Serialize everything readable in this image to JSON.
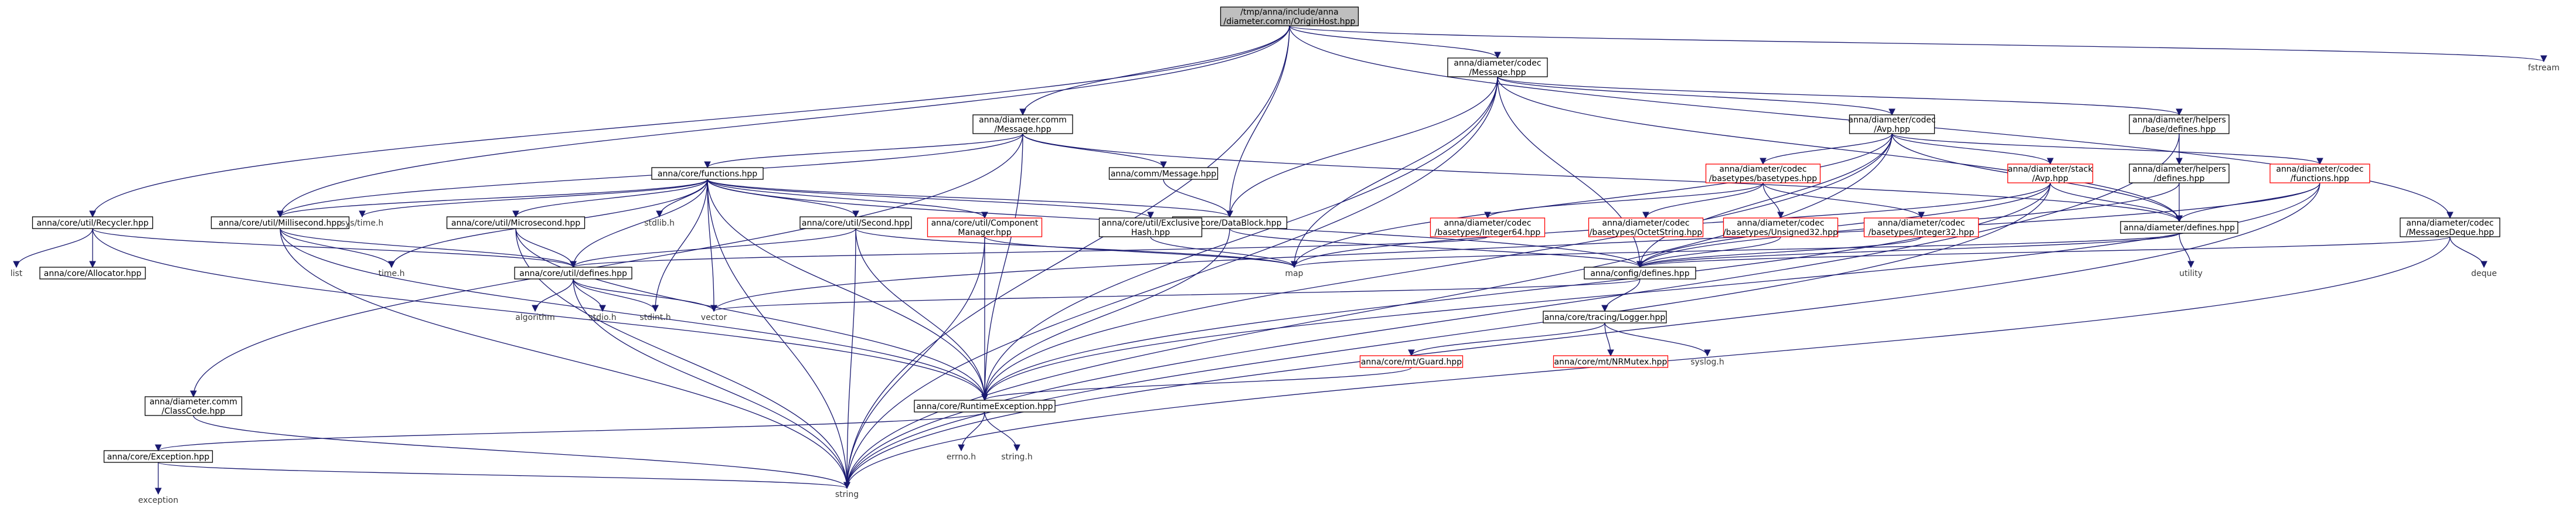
{
  "diagram": {
    "colors": {
      "edge": "#191970",
      "root_fill": "#bfbfbf",
      "missing_border": "#ff0000",
      "external_text": "#3a3a3a"
    },
    "nodes": [
      {
        "id": "root",
        "lines": [
          "/tmp/anna/include/anna",
          "/diameter.comm/OriginHost.hpp"
        ],
        "style": "root"
      },
      {
        "id": "fstream",
        "lines": [
          "fstream"
        ],
        "style": "ext"
      },
      {
        "id": "recycler",
        "lines": [
          "anna/core/util/Recycler.hpp"
        ],
        "style": "normal"
      },
      {
        "id": "milli",
        "lines": [
          "anna/core/util/Millisecond.hpp"
        ],
        "style": "normal"
      },
      {
        "id": "commmsg",
        "lines": [
          "anna/diameter.comm",
          "/Message.hpp"
        ],
        "style": "normal"
      },
      {
        "id": "datablock",
        "lines": [
          "anna/core/DataBlock.hpp"
        ],
        "style": "normal"
      },
      {
        "id": "codecmsg",
        "lines": [
          "anna/diameter/codec",
          "/Message.hpp"
        ],
        "style": "normal"
      },
      {
        "id": "string",
        "lines": [
          "string"
        ],
        "style": "ext"
      },
      {
        "id": "msgdeque",
        "lines": [
          "anna/diameter/codec",
          "/MessagesDeque.hpp"
        ],
        "style": "normal"
      },
      {
        "id": "list",
        "lines": [
          "list"
        ],
        "style": "ext"
      },
      {
        "id": "allocator",
        "lines": [
          "anna/core/Allocator.hpp"
        ],
        "style": "normal"
      },
      {
        "id": "rtexc",
        "lines": [
          "anna/core/RuntimeException.hpp"
        ],
        "style": "normal"
      },
      {
        "id": "exception",
        "lines": [
          "anna/core/Exception.hpp"
        ],
        "style": "normal"
      },
      {
        "id": "exc",
        "lines": [
          "exception"
        ],
        "style": "ext"
      },
      {
        "id": "errno",
        "lines": [
          "errno.h"
        ],
        "style": "ext"
      },
      {
        "id": "stringh",
        "lines": [
          "string.h"
        ],
        "style": "ext"
      },
      {
        "id": "utildefines",
        "lines": [
          "anna/core/util/defines.hpp"
        ],
        "style": "normal"
      },
      {
        "id": "algorithm",
        "lines": [
          "algorithm"
        ],
        "style": "ext"
      },
      {
        "id": "stdioh",
        "lines": [
          "stdio.h"
        ],
        "style": "ext"
      },
      {
        "id": "stdinth",
        "lines": [
          "stdint.h"
        ],
        "style": "ext"
      },
      {
        "id": "vector",
        "lines": [
          "vector"
        ],
        "style": "ext"
      },
      {
        "id": "timeh",
        "lines": [
          "time.h"
        ],
        "style": "ext"
      },
      {
        "id": "classcode",
        "lines": [
          "anna/diameter.comm",
          "/ClassCode.hpp"
        ],
        "style": "normal"
      },
      {
        "id": "functions",
        "lines": [
          "anna/core/functions.hpp"
        ],
        "style": "normal"
      },
      {
        "id": "systime",
        "lines": [
          "sys/time.h"
        ],
        "style": "ext"
      },
      {
        "id": "micro",
        "lines": [
          "anna/core/util/Microsecond.hpp"
        ],
        "style": "normal"
      },
      {
        "id": "stdlib",
        "lines": [
          "stdlib.h"
        ],
        "style": "ext"
      },
      {
        "id": "second",
        "lines": [
          "anna/core/util/Second.hpp"
        ],
        "style": "normal"
      },
      {
        "id": "compmgr",
        "lines": [
          "anna/core/util/Component",
          "Manager.hpp"
        ],
        "style": "red"
      },
      {
        "id": "exclhash",
        "lines": [
          "anna/core/util/Exclusive",
          "Hash.hpp"
        ],
        "style": "normal"
      },
      {
        "id": "map",
        "lines": [
          "map"
        ],
        "style": "ext"
      },
      {
        "id": "configdefines",
        "lines": [
          "anna/config/defines.hpp"
        ],
        "style": "normal"
      },
      {
        "id": "commmessage",
        "lines": [
          "anna/comm/Message.hpp"
        ],
        "style": "normal"
      },
      {
        "id": "tracing",
        "lines": [
          "anna/core/tracing/Logger.hpp"
        ],
        "style": "normal"
      },
      {
        "id": "guard",
        "lines": [
          "anna/core/mt/Guard.hpp"
        ],
        "style": "red"
      },
      {
        "id": "nrmutex",
        "lines": [
          "anna/core/mt/NRMutex.hpp"
        ],
        "style": "red"
      },
      {
        "id": "syslog",
        "lines": [
          "syslog.h"
        ],
        "style": "ext"
      },
      {
        "id": "avp",
        "lines": [
          "anna/diameter/codec",
          "/Avp.hpp"
        ],
        "style": "normal"
      },
      {
        "id": "basetypes",
        "lines": [
          "anna/diameter/codec",
          "/basetypes/basetypes.hpp"
        ],
        "style": "red"
      },
      {
        "id": "int64",
        "lines": [
          "anna/diameter/codec",
          "/basetypes/Integer64.hpp"
        ],
        "style": "red"
      },
      {
        "id": "octet",
        "lines": [
          "anna/diameter/codec",
          "/basetypes/OctetString.hpp"
        ],
        "style": "red"
      },
      {
        "id": "uns32",
        "lines": [
          "anna/diameter/codec",
          "/basetypes/Unsigned32.hpp"
        ],
        "style": "red"
      },
      {
        "id": "int32",
        "lines": [
          "anna/diameter/codec",
          "/basetypes/Integer32.hpp"
        ],
        "style": "red"
      },
      {
        "id": "stackavp",
        "lines": [
          "anna/diameter/stack",
          "/Avp.hpp"
        ],
        "style": "red"
      },
      {
        "id": "diamdefines",
        "lines": [
          "anna/diameter/defines.hpp"
        ],
        "style": "normal"
      },
      {
        "id": "utility",
        "lines": [
          "utility"
        ],
        "style": "ext"
      },
      {
        "id": "helpersbase",
        "lines": [
          "anna/diameter/helpers",
          "/base/defines.hpp"
        ],
        "style": "normal"
      },
      {
        "id": "helpersdef",
        "lines": [
          "anna/diameter/helpers",
          "/defines.hpp"
        ],
        "style": "normal"
      },
      {
        "id": "codecfunc",
        "lines": [
          "anna/diameter/codec",
          "/functions.hpp"
        ],
        "style": "red"
      },
      {
        "id": "deque",
        "lines": [
          "deque"
        ],
        "style": "ext"
      }
    ],
    "edges": [
      [
        "root",
        "fstream"
      ],
      [
        "root",
        "recycler"
      ],
      [
        "root",
        "milli"
      ],
      [
        "root",
        "commmsg"
      ],
      [
        "root",
        "datablock"
      ],
      [
        "root",
        "codecmsg"
      ],
      [
        "root",
        "string"
      ],
      [
        "root",
        "msgdeque"
      ],
      [
        "recycler",
        "list"
      ],
      [
        "recycler",
        "allocator"
      ],
      [
        "recycler",
        "rtexc"
      ],
      [
        "recycler",
        "utildefines"
      ],
      [
        "rtexc",
        "exception"
      ],
      [
        "rtexc",
        "errno"
      ],
      [
        "rtexc",
        "stringh"
      ],
      [
        "exception",
        "string"
      ],
      [
        "exception",
        "exc"
      ],
      [
        "utildefines",
        "algorithm"
      ],
      [
        "utildefines",
        "stdioh"
      ],
      [
        "utildefines",
        "stdinth"
      ],
      [
        "utildefines",
        "vector"
      ],
      [
        "utildefines",
        "string"
      ],
      [
        "milli",
        "timeh"
      ],
      [
        "milli",
        "utildefines"
      ],
      [
        "milli",
        "rtexc"
      ],
      [
        "milli",
        "string"
      ],
      [
        "commmsg",
        "classcode"
      ],
      [
        "commmsg",
        "functions"
      ],
      [
        "commmsg",
        "milli"
      ],
      [
        "commmsg",
        "commmessage"
      ],
      [
        "commmsg",
        "rtexc"
      ],
      [
        "commmsg",
        "diamdefines"
      ],
      [
        "classcode",
        "string"
      ],
      [
        "functions",
        "systime"
      ],
      [
        "functions",
        "timeh"
      ],
      [
        "functions",
        "stdlib"
      ],
      [
        "functions",
        "milli"
      ],
      [
        "functions",
        "micro"
      ],
      [
        "functions",
        "second"
      ],
      [
        "functions",
        "compmgr"
      ],
      [
        "functions",
        "exclhash"
      ],
      [
        "functions",
        "datablock"
      ],
      [
        "functions",
        "utildefines"
      ],
      [
        "functions",
        "rtexc"
      ],
      [
        "functions",
        "string"
      ],
      [
        "functions",
        "stdinth"
      ],
      [
        "functions",
        "vector"
      ],
      [
        "functions",
        "configdefines"
      ],
      [
        "micro",
        "utildefines"
      ],
      [
        "micro",
        "rtexc"
      ],
      [
        "micro",
        "string"
      ],
      [
        "second",
        "utildefines"
      ],
      [
        "second",
        "rtexc"
      ],
      [
        "second",
        "string"
      ],
      [
        "second",
        "map"
      ],
      [
        "compmgr",
        "rtexc"
      ],
      [
        "compmgr",
        "string"
      ],
      [
        "compmgr",
        "map"
      ],
      [
        "exclhash",
        "map"
      ],
      [
        "datablock",
        "rtexc"
      ],
      [
        "datablock",
        "configdefines"
      ],
      [
        "commmessage",
        "datablock"
      ],
      [
        "configdefines",
        "tracing"
      ],
      [
        "configdefines",
        "vector"
      ],
      [
        "tracing",
        "guard"
      ],
      [
        "tracing",
        "nrmutex"
      ],
      [
        "tracing",
        "syslog"
      ],
      [
        "guard",
        "rtexc"
      ],
      [
        "codecmsg",
        "avp"
      ],
      [
        "codecmsg",
        "datablock"
      ],
      [
        "codecmsg",
        "rtexc"
      ],
      [
        "codecmsg",
        "diamdefines"
      ],
      [
        "codecmsg",
        "helpersbase"
      ],
      [
        "codecmsg",
        "configdefines"
      ],
      [
        "codecmsg",
        "string"
      ],
      [
        "codecmsg",
        "map"
      ],
      [
        "avp",
        "basetypes"
      ],
      [
        "avp",
        "stackavp"
      ],
      [
        "avp",
        "diamdefines"
      ],
      [
        "avp",
        "codecfunc"
      ],
      [
        "avp",
        "rtexc"
      ],
      [
        "avp",
        "configdefines"
      ],
      [
        "avp",
        "map"
      ],
      [
        "avp",
        "string"
      ],
      [
        "basetypes",
        "int64"
      ],
      [
        "basetypes",
        "octet"
      ],
      [
        "basetypes",
        "uns32"
      ],
      [
        "basetypes",
        "int32"
      ],
      [
        "int64",
        "utildefines"
      ],
      [
        "uns32",
        "configdefines"
      ],
      [
        "int32",
        "configdefines"
      ],
      [
        "stackavp",
        "diamdefines"
      ],
      [
        "stackavp",
        "rtexc"
      ],
      [
        "stackavp",
        "configdefines"
      ],
      [
        "stackavp",
        "map"
      ],
      [
        "stackavp",
        "string"
      ],
      [
        "diamdefines",
        "utility"
      ],
      [
        "diamdefines",
        "configdefines"
      ],
      [
        "diamdefines",
        "map"
      ],
      [
        "helpersbase",
        "helpersdef"
      ],
      [
        "helpersbase",
        "string"
      ],
      [
        "helpersdef",
        "diamdefines"
      ],
      [
        "helpersdef",
        "configdefines"
      ],
      [
        "codecfunc",
        "diamdefines"
      ],
      [
        "codecfunc",
        "rtexc"
      ],
      [
        "codecfunc",
        "string"
      ],
      [
        "codecfunc",
        "vector"
      ],
      [
        "msgdeque",
        "configdefines"
      ],
      [
        "msgdeque",
        "deque"
      ],
      [
        "msgdeque",
        "string"
      ]
    ]
  }
}
